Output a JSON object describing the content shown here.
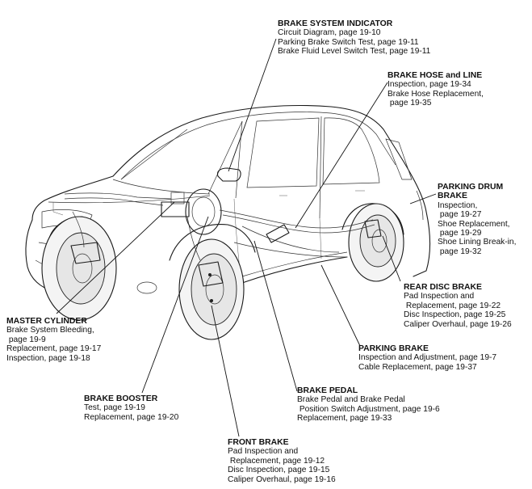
{
  "callouts": [
    {
      "id": "brake-system-indicator",
      "title": "BRAKE SYSTEM INDICATOR",
      "lines": [
        "Circuit Diagram, page 19-10",
        "Parking Brake Switch Test, page 19-11",
        "Brake Fluid Level Switch Test, page 19-11"
      ]
    },
    {
      "id": "brake-hose-and-line",
      "title": "BRAKE HOSE and LINE",
      "lines": [
        "Inspection, page 19-34",
        "Brake Hose Replacement,",
        " page 19-35"
      ]
    },
    {
      "id": "parking-drum-brake",
      "title": "PARKING DRUM BRAKE",
      "title_lines": [
        "PARKING DRUM",
        "BRAKE"
      ],
      "lines": [
        "Inspection,",
        " page 19-27",
        "Shoe Replacement,",
        " page 19-29",
        "Shoe Lining Break-in,",
        " page 19-32"
      ]
    },
    {
      "id": "rear-disc-brake",
      "title": "REAR DISC BRAKE",
      "lines": [
        "Pad Inspection and",
        " Replacement, page 19-22",
        "Disc Inspection, page 19-25",
        "Caliper Overhaul, page 19-26"
      ]
    },
    {
      "id": "parking-brake",
      "title": "PARKING BRAKE",
      "lines": [
        "Inspection and Adjustment, page 19-7",
        "Cable Replacement, page 19-37"
      ]
    },
    {
      "id": "brake-pedal",
      "title": "BRAKE PEDAL",
      "lines": [
        "Brake Pedal and Brake Pedal",
        " Position Switch Adjustment, page 19-6",
        "Replacement, page 19-33"
      ]
    },
    {
      "id": "front-brake",
      "title": "FRONT BRAKE",
      "lines": [
        "Pad Inspection and",
        " Replacement, page 19-12",
        "Disc Inspection, page 19-15",
        "Caliper Overhaul, page 19-16"
      ]
    },
    {
      "id": "brake-booster",
      "title": "BRAKE BOOSTER",
      "lines": [
        "Test, page 19-19",
        "Replacement, page 19-20"
      ]
    },
    {
      "id": "master-cylinder",
      "title": "MASTER CYLINDER",
      "lines": [
        "Brake System Bleeding,",
        " page 19-9",
        "Replacement, page 19-17",
        "Inspection, page 19-18"
      ]
    }
  ]
}
